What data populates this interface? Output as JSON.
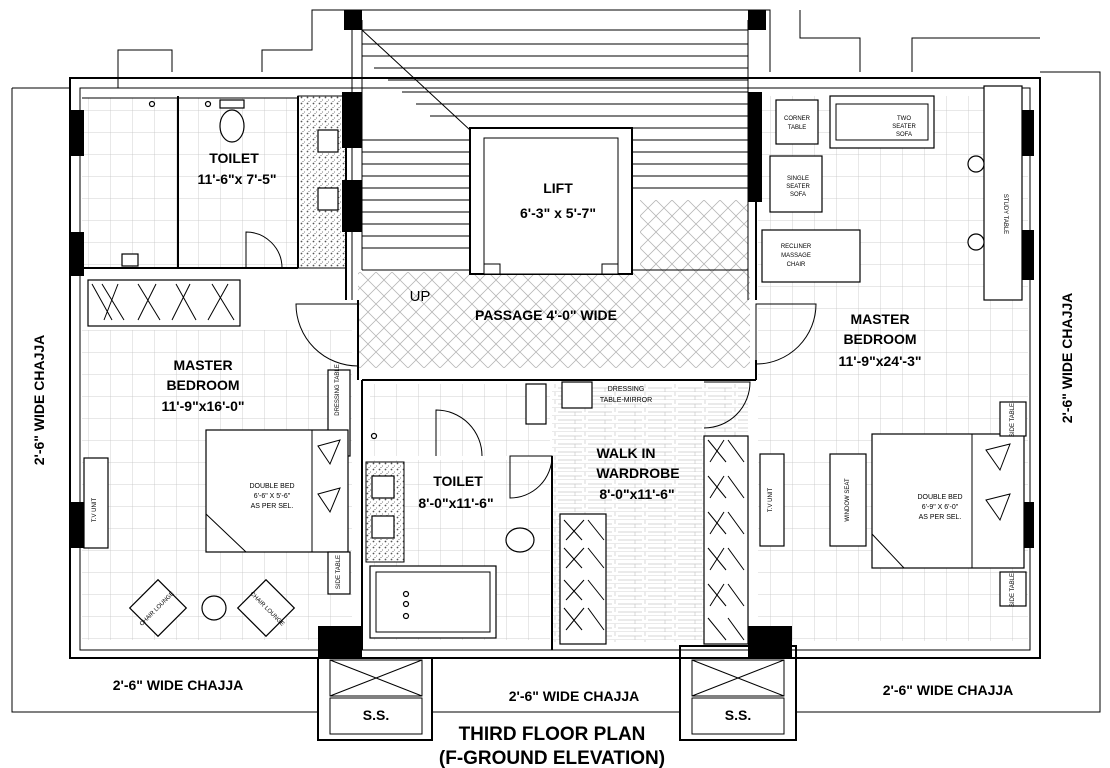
{
  "drawing": {
    "title": "THIRD FLOOR PLAN",
    "subtitle_cut": "(F-GROUND ELEVATION)"
  },
  "rooms": {
    "toilet_top": {
      "name": "TOILET",
      "size": "11'-6\"x 7'-5\""
    },
    "lift": {
      "name": "LIFT",
      "size": "6'-3\" x 5'-7\""
    },
    "stair": {
      "up": "UP"
    },
    "passage": {
      "label": "PASSAGE 4'-0\" WIDE"
    },
    "master_left": {
      "name_1": "MASTER",
      "name_2": "BEDROOM",
      "size": "11'-9\"x16'-0\""
    },
    "master_right": {
      "name_1": "MASTER",
      "name_2": "BEDROOM",
      "size": "11'-9\"x24'-3\""
    },
    "toilet_mid": {
      "name": "TOILET",
      "size": "8'-0\"x11'-6\""
    },
    "wardrobe": {
      "name_1": "WALK IN",
      "name_2": "WARDROBE",
      "size": "8'-0\"x11'-6\""
    }
  },
  "furniture": {
    "dressing_table_left": "DRESSING TABLE",
    "dressing_mirror": {
      "line1": "DRESSING",
      "line2": "TABLE-MIRROR"
    },
    "bed_left": {
      "line1": "DOUBLE BED",
      "line2": "6'-6\" X 5'-6\"",
      "line3": "AS PER SEL."
    },
    "bed_right": {
      "line1": "DOUBLE BED",
      "line2": "6'-9\" X 6'-0\"",
      "line3": "AS PER SEL."
    },
    "tv_unit": "T.V UNIT",
    "side_table": "SIDE TABLE",
    "chair_lounge": "CHAIR LOUNGE",
    "corner_table": {
      "line1": "CORNER",
      "line2": "TABLE"
    },
    "two_seater": {
      "line1": "TWO",
      "line2": "SEATER",
      "line3": "SOFA"
    },
    "single_seater": {
      "line1": "SINGLE",
      "line2": "SEATER",
      "line3": "SOFA"
    },
    "recliner": {
      "line1": "RECLINER",
      "line2": "MASSAGE",
      "line3": "CHAIR"
    },
    "study_table": "STUDY TABLE",
    "window_seat": "WINDOW SEAT"
  },
  "chajja": {
    "left_vertical": "2'-6\" WIDE CHAJJA",
    "right_vertical": "2'-6\" WIDE CHAJJA",
    "bottom_left": "2'-6\" WIDE CHAJJA",
    "bottom_mid": "2'-6\" WIDE CHAJJA",
    "bottom_right": "2'-6\" WIDE CHAJJA"
  },
  "shafts": {
    "left": "S.S.",
    "right": "S.S."
  }
}
